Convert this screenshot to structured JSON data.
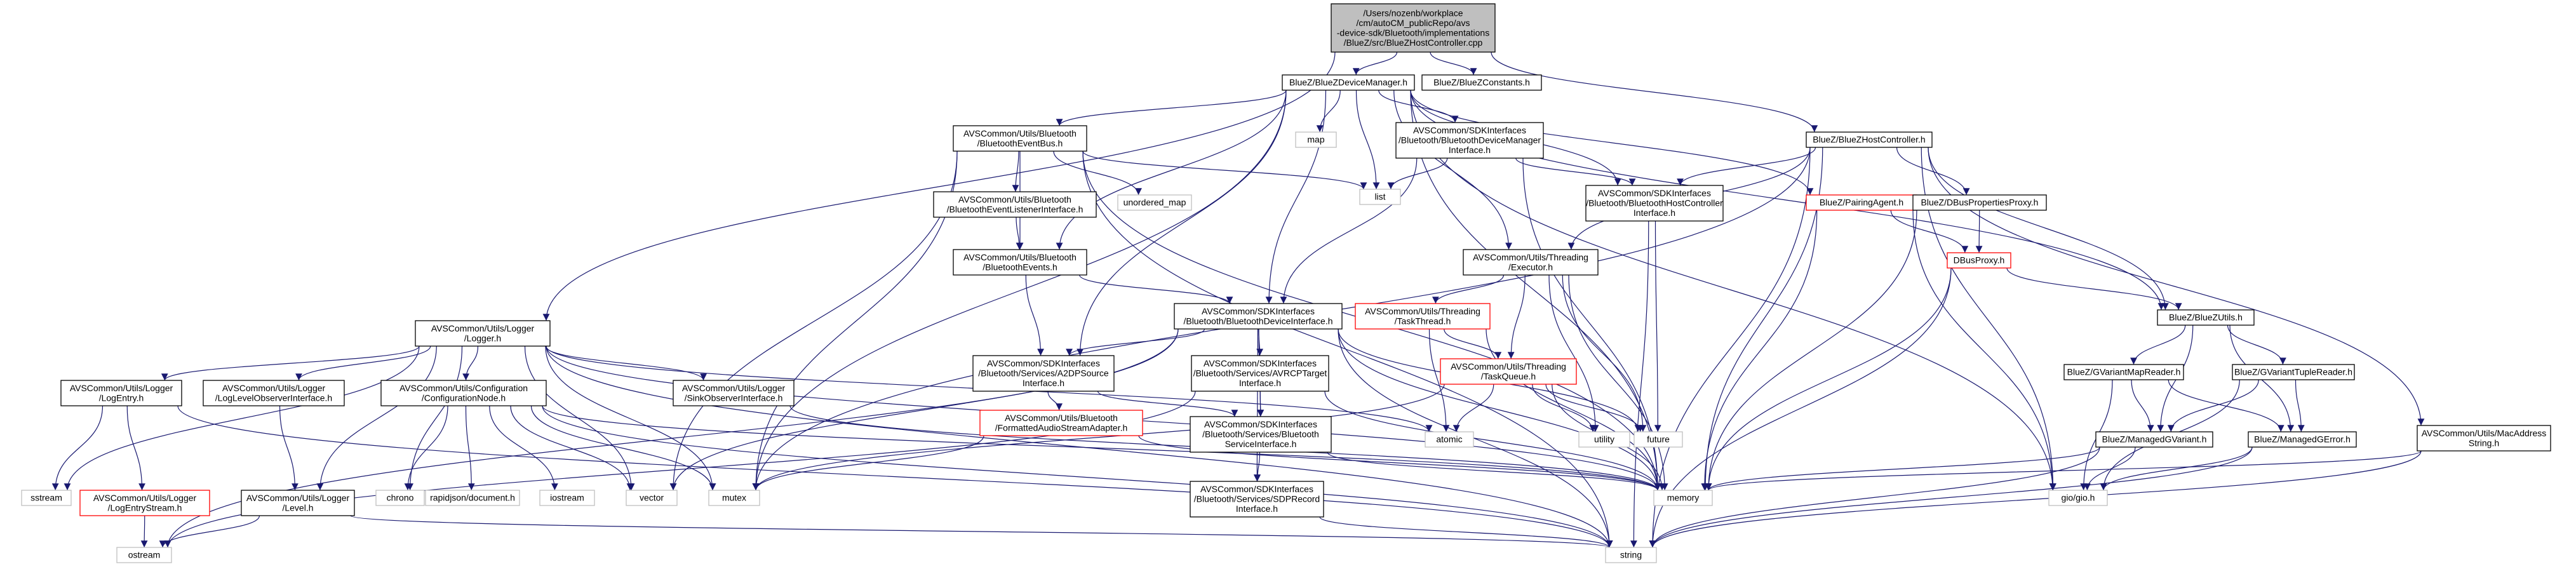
{
  "colors": {
    "node_border": "#000000",
    "node_fill": "#ffffff",
    "root_fill": "#bfbfbf",
    "root_border": "#000000",
    "missing_border": "#bfbfbf",
    "missing_text": "#000000",
    "truncated_border": "#ff0000",
    "edge": "#191970",
    "text": "#000000"
  },
  "nodes": [
    {
      "id": "root",
      "kind": "root",
      "lines": [
        "/Users/nozenb/workplace",
        "/cm/autoCM_publicRepo/avs",
        "-device-sdk/Bluetooth/implementations",
        "/BlueZ/src/BlueZHostController.cpp"
      ]
    },
    {
      "id": "bluezdevicemanager",
      "kind": "normal",
      "lines": [
        "BlueZ/BlueZDeviceManager.h"
      ]
    },
    {
      "id": "bluezconstants",
      "kind": "normal",
      "lines": [
        "BlueZ/BlueZConstants.h"
      ]
    },
    {
      "id": "bluezhostcontroller",
      "kind": "normal",
      "lines": [
        "BlueZ/BlueZHostController.h"
      ]
    },
    {
      "id": "logger",
      "kind": "normal",
      "lines": [
        "AVSCommon/Utils/Logger",
        "/Logger.h"
      ]
    },
    {
      "id": "btevtbus",
      "kind": "normal",
      "lines": [
        "AVSCommon/Utils/Bluetooth",
        "/BluetoothEventBus.h"
      ]
    },
    {
      "id": "map",
      "kind": "missing",
      "lines": [
        "map"
      ]
    },
    {
      "id": "sdkbtdevmgr",
      "kind": "normal",
      "lines": [
        "AVSCommon/SDKInterfaces",
        "/Bluetooth/BluetoothDeviceManager",
        "Interface.h"
      ]
    },
    {
      "id": "list",
      "kind": "missing",
      "lines": [
        "list"
      ]
    },
    {
      "id": "sdkbthostctrl",
      "kind": "normal",
      "lines": [
        "AVSCommon/SDKInterfaces",
        "/Bluetooth/BluetoothHostController",
        "Interface.h"
      ]
    },
    {
      "id": "pairingagent",
      "kind": "truncated",
      "lines": [
        "BlueZ/PairingAgent.h"
      ]
    },
    {
      "id": "dbuspropsproxy",
      "kind": "normal",
      "lines": [
        "BlueZ/DBusPropertiesProxy.h"
      ]
    },
    {
      "id": "btevtlistener",
      "kind": "normal",
      "lines": [
        "AVSCommon/Utils/Bluetooth",
        "/BluetoothEventListenerInterface.h"
      ]
    },
    {
      "id": "unorderedmap",
      "kind": "missing",
      "lines": [
        "unordered_map"
      ]
    },
    {
      "id": "btevents",
      "kind": "normal",
      "lines": [
        "AVSCommon/Utils/Bluetooth",
        "/BluetoothEvents.h"
      ]
    },
    {
      "id": "executor",
      "kind": "normal",
      "lines": [
        "AVSCommon/Utils/Threading",
        "/Executor.h"
      ]
    },
    {
      "id": "dbusproxy",
      "kind": "truncated",
      "lines": [
        "DBusProxy.h"
      ]
    },
    {
      "id": "sdkbtdevice",
      "kind": "normal",
      "lines": [
        "AVSCommon/SDKInterfaces",
        "/Bluetooth/BluetoothDeviceInterface.h"
      ]
    },
    {
      "id": "taskthread",
      "kind": "truncated",
      "lines": [
        "AVSCommon/Utils/Threading",
        "/TaskThread.h"
      ]
    },
    {
      "id": "bluezutils",
      "kind": "normal",
      "lines": [
        "BlueZ/BlueZUtils.h"
      ]
    },
    {
      "id": "a2dpsource",
      "kind": "normal",
      "lines": [
        "AVSCommon/SDKInterfaces",
        "/Bluetooth/Services/A2DPSource",
        "Interface.h"
      ]
    },
    {
      "id": "avrcptarget",
      "kind": "normal",
      "lines": [
        "AVSCommon/SDKInterfaces",
        "/Bluetooth/Services/AVRCPTarget",
        "Interface.h"
      ]
    },
    {
      "id": "taskqueue",
      "kind": "truncated",
      "lines": [
        "AVSCommon/Utils/Threading",
        "/TaskQueue.h"
      ]
    },
    {
      "id": "gvariantmapreader",
      "kind": "normal",
      "lines": [
        "BlueZ/GVariantMapReader.h"
      ]
    },
    {
      "id": "gvarianttuplereader",
      "kind": "normal",
      "lines": [
        "BlueZ/GVariantTupleReader.h"
      ]
    },
    {
      "id": "logentry",
      "kind": "normal",
      "lines": [
        "AVSCommon/Utils/Logger",
        "/LogEntry.h"
      ]
    },
    {
      "id": "loglevelobs",
      "kind": "normal",
      "lines": [
        "AVSCommon/Utils/Logger",
        "/LogLevelObserverInterface.h"
      ]
    },
    {
      "id": "confignode",
      "kind": "normal",
      "lines": [
        "AVSCommon/Utils/Configuration",
        "/ConfigurationNode.h"
      ]
    },
    {
      "id": "sinkobs",
      "kind": "normal",
      "lines": [
        "AVSCommon/Utils/Logger",
        "/SinkObserverInterface.h"
      ]
    },
    {
      "id": "fmtaudio",
      "kind": "truncated",
      "lines": [
        "AVSCommon/Utils/Bluetooth",
        "/FormattedAudioStreamAdapter.h"
      ]
    },
    {
      "id": "btsvc",
      "kind": "normal",
      "lines": [
        "AVSCommon/SDKInterfaces",
        "/Bluetooth/Services/Bluetooth",
        "ServiceInterface.h"
      ]
    },
    {
      "id": "atomic",
      "kind": "missing",
      "lines": [
        "atomic"
      ]
    },
    {
      "id": "utility",
      "kind": "missing",
      "lines": [
        "utility"
      ]
    },
    {
      "id": "future",
      "kind": "missing",
      "lines": [
        "future"
      ]
    },
    {
      "id": "managedgvariant",
      "kind": "normal",
      "lines": [
        "BlueZ/ManagedGVariant.h"
      ]
    },
    {
      "id": "managedgerror",
      "kind": "normal",
      "lines": [
        "BlueZ/ManagedGError.h"
      ]
    },
    {
      "id": "macaddress",
      "kind": "normal",
      "lines": [
        "AVSCommon/Utils/MacAddress",
        "String.h"
      ]
    },
    {
      "id": "sstream",
      "kind": "missing",
      "lines": [
        "sstream"
      ]
    },
    {
      "id": "logentrystream",
      "kind": "truncated",
      "lines": [
        "AVSCommon/Utils/Logger",
        "/LogEntryStream.h"
      ]
    },
    {
      "id": "level",
      "kind": "normal",
      "lines": [
        "AVSCommon/Utils/Logger",
        "/Level.h"
      ]
    },
    {
      "id": "chrono",
      "kind": "missing",
      "lines": [
        "chrono"
      ]
    },
    {
      "id": "rapidjson",
      "kind": "missing",
      "lines": [
        "rapidjson/document.h"
      ]
    },
    {
      "id": "iostream",
      "kind": "missing",
      "lines": [
        "iostream"
      ]
    },
    {
      "id": "vector",
      "kind": "missing",
      "lines": [
        "vector"
      ]
    },
    {
      "id": "mutex",
      "kind": "missing",
      "lines": [
        "mutex"
      ]
    },
    {
      "id": "memory",
      "kind": "missing",
      "lines": [
        "memory"
      ]
    },
    {
      "id": "sdprecord",
      "kind": "normal",
      "lines": [
        "AVSCommon/SDKInterfaces",
        "/Bluetooth/Services/SDPRecord",
        "Interface.h"
      ]
    },
    {
      "id": "giogio",
      "kind": "missing",
      "lines": [
        "gio/gio.h"
      ]
    },
    {
      "id": "ostream",
      "kind": "missing",
      "lines": [
        "ostream"
      ]
    },
    {
      "id": "string",
      "kind": "missing",
      "lines": [
        "string"
      ]
    }
  ],
  "edges": [
    [
      "root",
      "bluezdevicemanager"
    ],
    [
      "root",
      "bluezconstants"
    ],
    [
      "root",
      "bluezhostcontroller"
    ],
    [
      "root",
      "logger"
    ],
    [
      "bluezdevicemanager",
      "btevtbus"
    ],
    [
      "bluezdevicemanager",
      "map"
    ],
    [
      "bluezdevicemanager",
      "sdkbtdevmgr"
    ],
    [
      "bluezdevicemanager",
      "list"
    ],
    [
      "bluezdevicemanager",
      "sdkbthostctrl"
    ],
    [
      "bluezdevicemanager",
      "pairingagent"
    ],
    [
      "bluezdevicemanager",
      "btevents"
    ],
    [
      "bluezdevicemanager",
      "executor"
    ],
    [
      "bluezdevicemanager",
      "sdkbtdevice"
    ],
    [
      "bluezdevicemanager",
      "a2dpsource"
    ],
    [
      "bluezdevicemanager",
      "bluezutils"
    ],
    [
      "bluezdevicemanager",
      "mutex"
    ],
    [
      "bluezdevicemanager",
      "memory"
    ],
    [
      "bluezdevicemanager",
      "giogio"
    ],
    [
      "bluezhostcontroller",
      "sdkbthostctrl"
    ],
    [
      "bluezhostcontroller",
      "dbuspropsproxy"
    ],
    [
      "bluezhostcontroller",
      "executor"
    ],
    [
      "bluezhostcontroller",
      "bluezutils"
    ],
    [
      "bluezhostcontroller",
      "macaddress"
    ],
    [
      "bluezhostcontroller",
      "memory"
    ],
    [
      "bluezhostcontroller",
      "giogio"
    ],
    [
      "bluezhostcontroller",
      "string"
    ],
    [
      "bluezhostcontroller",
      "mutex"
    ],
    [
      "logger",
      "logentry"
    ],
    [
      "logger",
      "loglevelobs"
    ],
    [
      "logger",
      "confignode"
    ],
    [
      "logger",
      "sinkobs"
    ],
    [
      "logger",
      "level"
    ],
    [
      "logger",
      "atomic"
    ],
    [
      "logger",
      "chrono"
    ],
    [
      "logger",
      "sstream"
    ],
    [
      "logger",
      "vector"
    ],
    [
      "logger",
      "mutex"
    ],
    [
      "logger",
      "memory"
    ],
    [
      "logger",
      "string"
    ],
    [
      "btevtbus",
      "btevtlistener"
    ],
    [
      "btevtbus",
      "unorderedmap"
    ],
    [
      "btevtbus",
      "btevents"
    ],
    [
      "btevtbus",
      "list"
    ],
    [
      "btevtbus",
      "vector"
    ],
    [
      "btevtbus",
      "mutex"
    ],
    [
      "btevtbus",
      "memory"
    ],
    [
      "btevtbus",
      "string"
    ],
    [
      "sdkbtdevmgr",
      "list"
    ],
    [
      "sdkbtdevmgr",
      "sdkbthostctrl"
    ],
    [
      "sdkbtdevmgr",
      "sdkbtdevice"
    ],
    [
      "sdkbtdevmgr",
      "memory"
    ],
    [
      "sdkbthostctrl",
      "future"
    ],
    [
      "sdkbthostctrl",
      "string"
    ],
    [
      "pairingagent",
      "dbusproxy"
    ],
    [
      "pairingagent",
      "giogio"
    ],
    [
      "pairingagent",
      "memory"
    ],
    [
      "dbuspropsproxy",
      "dbusproxy"
    ],
    [
      "dbuspropsproxy",
      "memory"
    ],
    [
      "btevtlistener",
      "btevents"
    ],
    [
      "btevents",
      "sdkbtdevice"
    ],
    [
      "btevents",
      "a2dpsource"
    ],
    [
      "executor",
      "taskthread"
    ],
    [
      "executor",
      "taskqueue"
    ],
    [
      "executor",
      "utility"
    ],
    [
      "executor",
      "future"
    ],
    [
      "executor",
      "memory"
    ],
    [
      "dbusproxy",
      "bluezutils"
    ],
    [
      "dbusproxy",
      "memory"
    ],
    [
      "dbusproxy",
      "string"
    ],
    [
      "sdkbtdevice",
      "a2dpsource"
    ],
    [
      "sdkbtdevice",
      "avrcptarget"
    ],
    [
      "sdkbtdevice",
      "btsvc"
    ],
    [
      "sdkbtdevice",
      "sdprecord"
    ],
    [
      "sdkbtdevice",
      "future"
    ],
    [
      "sdkbtdevice",
      "memory"
    ],
    [
      "sdkbtdevice",
      "vector"
    ],
    [
      "sdkbtdevice",
      "string"
    ],
    [
      "sdkbtdevice",
      "ostream"
    ],
    [
      "taskthread",
      "taskqueue"
    ],
    [
      "taskthread",
      "atomic"
    ],
    [
      "taskthread",
      "memory"
    ],
    [
      "bluezutils",
      "gvariantmapreader"
    ],
    [
      "bluezutils",
      "gvarianttuplereader"
    ],
    [
      "bluezutils",
      "managedgvariant"
    ],
    [
      "bluezutils",
      "managedgerror"
    ],
    [
      "a2dpsource",
      "fmtaudio"
    ],
    [
      "a2dpsource",
      "btsvc"
    ],
    [
      "avrcptarget",
      "btsvc"
    ],
    [
      "avrcptarget",
      "memory"
    ],
    [
      "avrcptarget",
      "ostream"
    ],
    [
      "taskqueue",
      "atomic"
    ],
    [
      "taskqueue",
      "utility"
    ],
    [
      "taskqueue",
      "future"
    ],
    [
      "taskqueue",
      "memory"
    ],
    [
      "taskqueue",
      "mutex"
    ],
    [
      "gvariantmapreader",
      "managedgvariant"
    ],
    [
      "gvariantmapreader",
      "managedgerror"
    ],
    [
      "gvariantmapreader",
      "giogio"
    ],
    [
      "gvarianttuplereader",
      "managedgvariant"
    ],
    [
      "gvarianttuplereader",
      "managedgerror"
    ],
    [
      "gvarianttuplereader",
      "giogio"
    ],
    [
      "logentry",
      "logentrystream"
    ],
    [
      "logentry",
      "sstream"
    ],
    [
      "logentry",
      "string"
    ],
    [
      "loglevelobs",
      "level"
    ],
    [
      "confignode",
      "chrono"
    ],
    [
      "confignode",
      "rapidjson"
    ],
    [
      "confignode",
      "iostream"
    ],
    [
      "confignode",
      "vector"
    ],
    [
      "confignode",
      "mutex"
    ],
    [
      "confignode",
      "string"
    ],
    [
      "confignode",
      "memory"
    ],
    [
      "sinkobs",
      "memory"
    ],
    [
      "fmtaudio",
      "mutex"
    ],
    [
      "fmtaudio",
      "memory"
    ],
    [
      "btsvc",
      "sdprecord"
    ],
    [
      "btsvc",
      "memory"
    ],
    [
      "managedgvariant",
      "giogio"
    ],
    [
      "managedgvariant",
      "string"
    ],
    [
      "managedgvariant",
      "memory"
    ],
    [
      "managedgerror",
      "giogio"
    ],
    [
      "managedgerror",
      "string"
    ],
    [
      "macaddress",
      "string"
    ],
    [
      "macaddress",
      "memory"
    ],
    [
      "logentrystream",
      "ostream"
    ],
    [
      "level",
      "ostream"
    ],
    [
      "level",
      "string"
    ],
    [
      "sdprecord",
      "string"
    ]
  ]
}
